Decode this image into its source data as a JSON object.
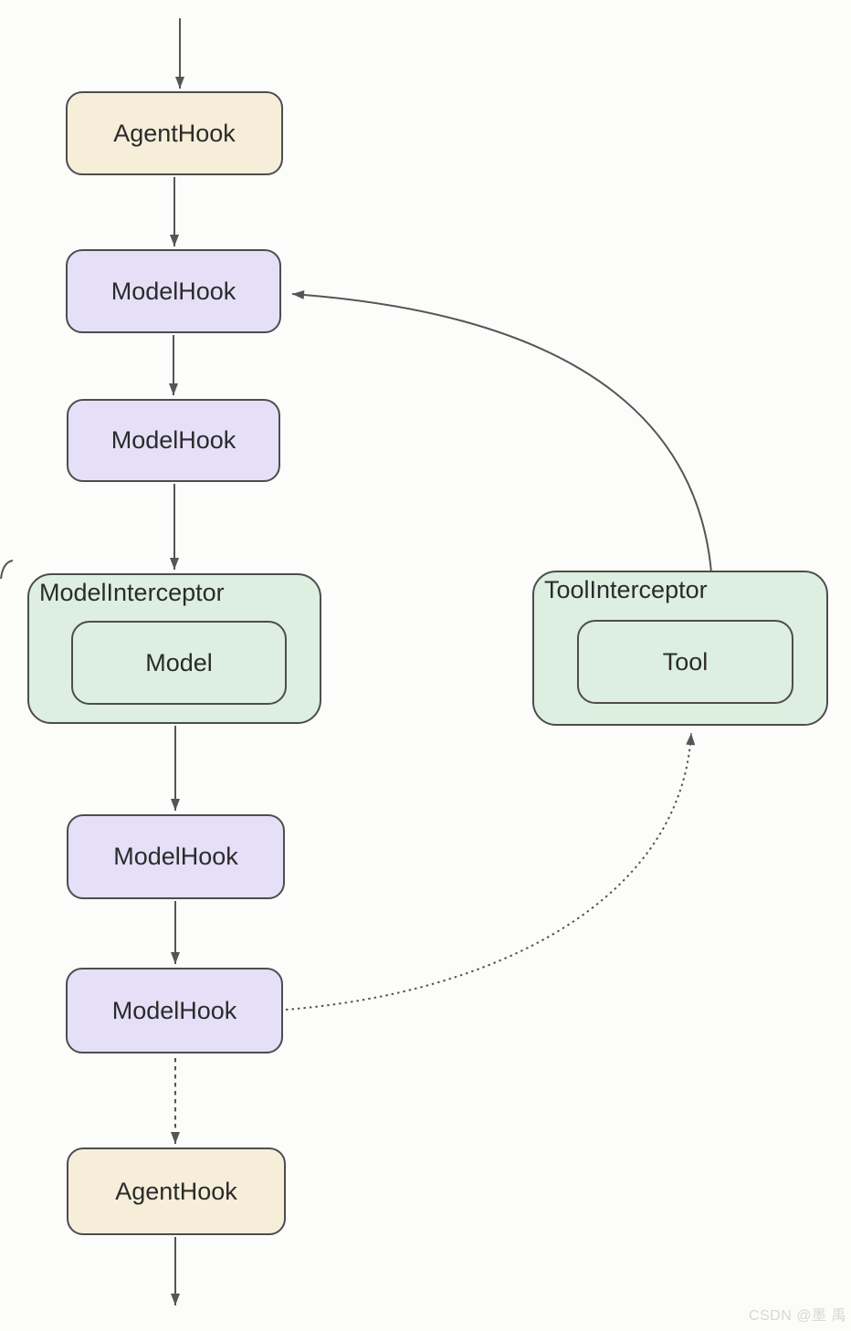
{
  "nodes": {
    "agenthook_top": {
      "label": "AgentHook"
    },
    "modelhook_1": {
      "label": "ModelHook"
    },
    "modelhook_2": {
      "label": "ModelHook"
    },
    "model_interceptor": {
      "label": "ModelInterceptor"
    },
    "model": {
      "label": "Model"
    },
    "tool_interceptor": {
      "label": "ToolInterceptor"
    },
    "tool": {
      "label": "Tool"
    },
    "modelhook_3": {
      "label": "ModelHook"
    },
    "modelhook_4": {
      "label": "ModelHook"
    },
    "agenthook_bottom": {
      "label": "AgentHook"
    }
  },
  "edges": [
    {
      "from": "start",
      "to": "agenthook_top",
      "style": "solid"
    },
    {
      "from": "agenthook_top",
      "to": "modelhook_1",
      "style": "solid"
    },
    {
      "from": "modelhook_1",
      "to": "modelhook_2",
      "style": "solid"
    },
    {
      "from": "modelhook_2",
      "to": "model_interceptor",
      "style": "solid"
    },
    {
      "from": "model_interceptor",
      "to": "modelhook_3",
      "style": "solid"
    },
    {
      "from": "modelhook_3",
      "to": "modelhook_4",
      "style": "solid"
    },
    {
      "from": "modelhook_4",
      "to": "agenthook_bottom",
      "style": "dashed"
    },
    {
      "from": "agenthook_bottom",
      "to": "end",
      "style": "solid"
    },
    {
      "from": "tool_interceptor",
      "to": "modelhook_1",
      "style": "solid-curve"
    },
    {
      "from": "modelhook_4",
      "to": "tool_interceptor",
      "style": "dotted-curve"
    }
  ],
  "colors": {
    "agent_fill": "#f6eed9",
    "model_fill": "#e5dff7",
    "interceptor_fill": "#ddefe0",
    "node_border": "#4d4d4d",
    "arrow": "#555555",
    "text": "#2b2b2b",
    "background": "#fcfcfb",
    "watermark": "#d9d7d4"
  },
  "watermark": {
    "text": "CSDN @墨 禹"
  }
}
